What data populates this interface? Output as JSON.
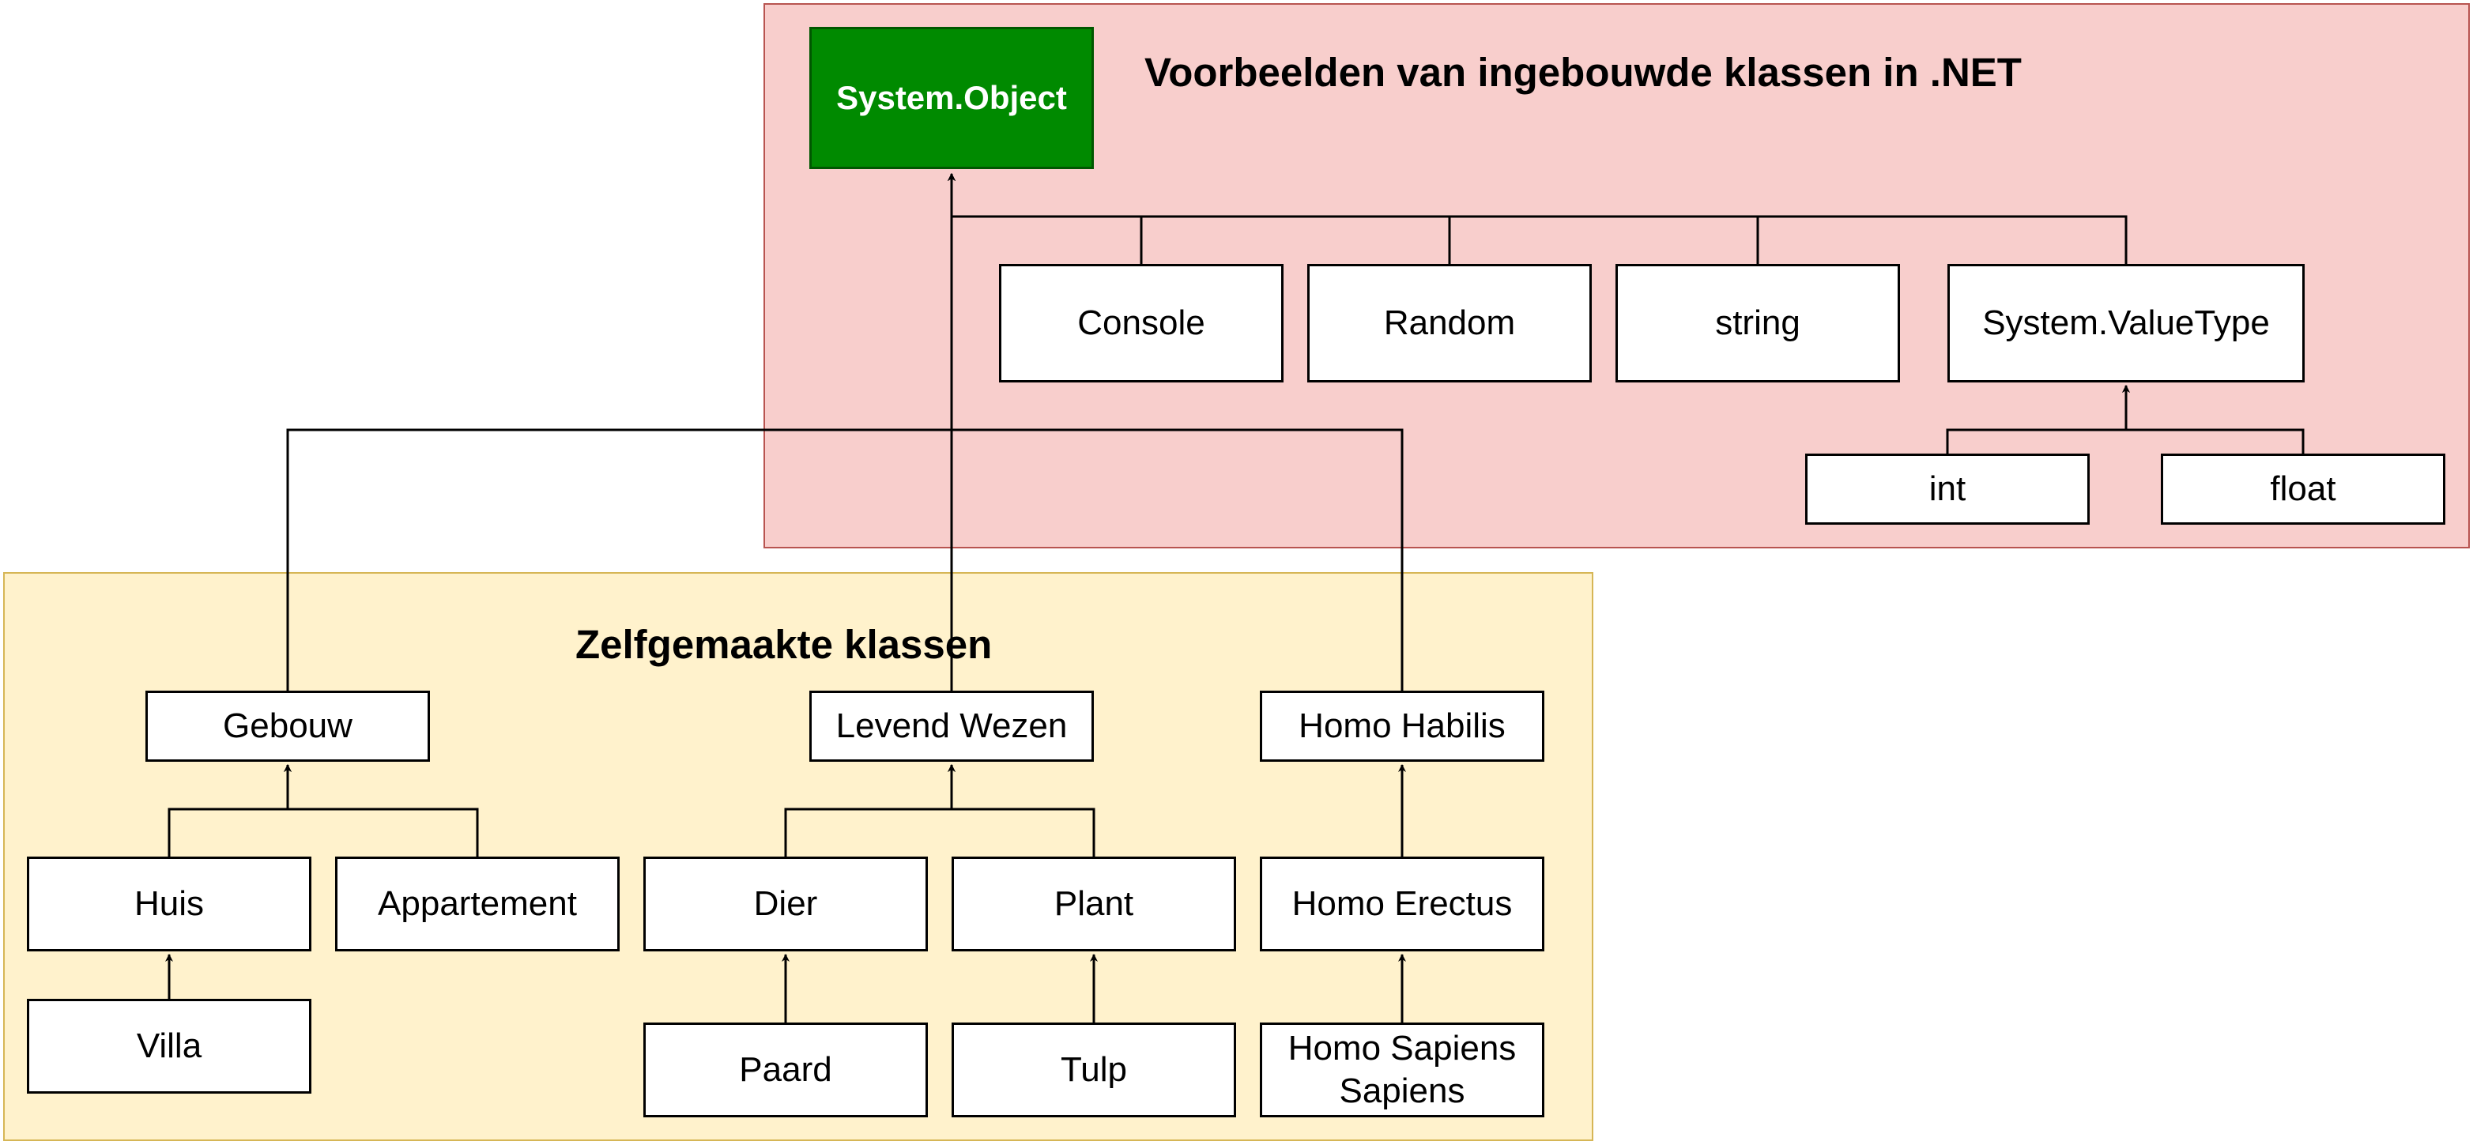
{
  "colors": {
    "net_group_fill": "#f8cecc",
    "net_group_border": "#b85450",
    "own_group_fill": "#fff2cc",
    "own_group_border": "#d6b656",
    "root_fill": "#008a00",
    "edge": "#000000"
  },
  "groups": {
    "net": {
      "title": "Voorbeelden van ingebouwde klassen in .NET"
    },
    "own": {
      "title": "Zelfgemaakte klassen"
    }
  },
  "nodes": {
    "system_object": "System.Object",
    "console": "Console",
    "random": "Random",
    "string": "string",
    "system_valuetype": "System.ValueType",
    "int": "int",
    "float": "float",
    "gebouw": "Gebouw",
    "levend_wezen": "Levend Wezen",
    "homo_habilis": "Homo Habilis",
    "huis": "Huis",
    "appartement": "Appartement",
    "dier": "Dier",
    "plant": "Plant",
    "homo_erectus": "Homo Erectus",
    "villa": "Villa",
    "paard": "Paard",
    "tulp": "Tulp",
    "homo_sapiens_sapiens": "Homo Sapiens\nSapiens"
  }
}
